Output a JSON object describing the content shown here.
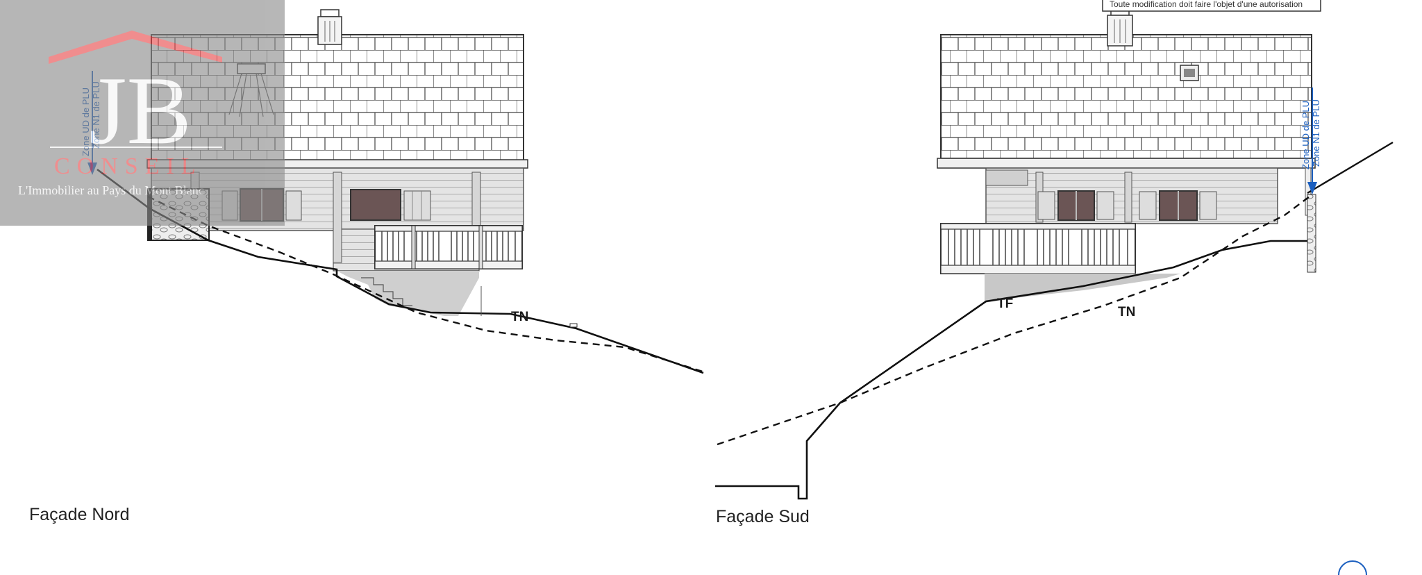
{
  "captions": {
    "north": "Façade Nord",
    "south": "Façade Sud"
  },
  "labels": {
    "tn_north": "TN",
    "tn_south": "TN",
    "tf_south": "TF",
    "zone_ud": "Zone UD de PLU",
    "zone_n1": "Zone N1 de PLU",
    "note": "Toute modification doit faire l'objet d'une autorisation"
  },
  "logo": {
    "initials": "JB",
    "name": "CONSEIL",
    "tagline": "L'Immobilier au Pays du Mont Blanc"
  },
  "colors": {
    "zone_arrow": "#1b5fbf",
    "logo_roof": "#e8484a",
    "logo_bg": "#8a8a8a",
    "ground_line": "#111111",
    "shading": "#c8c8c8"
  }
}
